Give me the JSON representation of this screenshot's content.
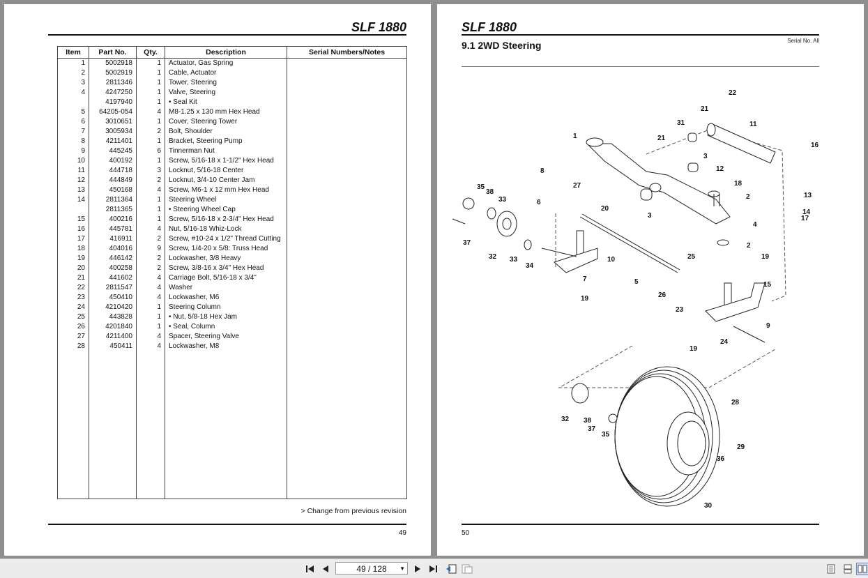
{
  "left_page": {
    "model": "SLF 1880",
    "columns": [
      "Item",
      "Part No.",
      "Qty.",
      "Description",
      "Serial Numbers/Notes"
    ],
    "rows": [
      {
        "item": "1",
        "part": "5002918",
        "qty": "1",
        "desc": "Actuator, Gas Spring",
        "notes": ""
      },
      {
        "item": "2",
        "part": "5002919",
        "qty": "1",
        "desc": "Cable, Actuator",
        "notes": ""
      },
      {
        "item": "3",
        "part": "2811346",
        "qty": "1",
        "desc": "Tower, Steering",
        "notes": ""
      },
      {
        "item": "4",
        "part": "4247250",
        "qty": "1",
        "desc": "Valve, Steering",
        "notes": ""
      },
      {
        "item": "",
        "part": "4197940",
        "qty": "1",
        "desc": "•   Seal Kit",
        "notes": ""
      },
      {
        "item": "5",
        "part": "64205-054",
        "qty": "4",
        "desc": "M8-1.25 x 130 mm Hex Head",
        "notes": ""
      },
      {
        "item": "6",
        "part": "3010651",
        "qty": "1",
        "desc": "Cover, Steering Tower",
        "notes": ""
      },
      {
        "item": "7",
        "part": "3005934",
        "qty": "2",
        "desc": "Bolt, Shoulder",
        "notes": ""
      },
      {
        "item": "8",
        "part": "4211401",
        "qty": "1",
        "desc": "Bracket, Steering Pump",
        "notes": ""
      },
      {
        "item": "9",
        "part": "445245",
        "qty": "6",
        "desc": "Tinnerman Nut",
        "notes": ""
      },
      {
        "item": "10",
        "part": "400192",
        "qty": "1",
        "desc": "Screw, 5/16-18 x 1-1/2\" Hex Head",
        "notes": ""
      },
      {
        "item": "11",
        "part": "444718",
        "qty": "3",
        "desc": "Locknut, 5/16-18 Center",
        "notes": ""
      },
      {
        "item": "12",
        "part": "444849",
        "qty": "2",
        "desc": "Locknut, 3/4-10 Center Jam",
        "notes": ""
      },
      {
        "item": "13",
        "part": "450168",
        "qty": "4",
        "desc": "Screw, M6-1 x 12 mm Hex Head",
        "notes": ""
      },
      {
        "item": "14",
        "part": "2811364",
        "qty": "1",
        "desc": "Steering Wheel",
        "notes": ""
      },
      {
        "item": "",
        "part": "2811365",
        "qty": "1",
        "desc": "•   Steering Wheel Cap",
        "notes": ""
      },
      {
        "item": "15",
        "part": "400216",
        "qty": "1",
        "desc": "Screw, 5/16-18 x 2-3/4\" Hex Head",
        "notes": ""
      },
      {
        "item": "16",
        "part": "445781",
        "qty": "4",
        "desc": "Nut, 5/16-18 Whiz-Lock",
        "notes": ""
      },
      {
        "item": "17",
        "part": "416911",
        "qty": "2",
        "desc": "Screw, #10-24 x 1/2\" Thread Cutting",
        "notes": ""
      },
      {
        "item": "18",
        "part": "404016",
        "qty": "9",
        "desc": "Screw, 1/4-20 x 5/8: Truss Head",
        "notes": ""
      },
      {
        "item": "19",
        "part": "446142",
        "qty": "2",
        "desc": "Lockwasher, 3/8 Heavy",
        "notes": ""
      },
      {
        "item": "20",
        "part": "400258",
        "qty": "2",
        "desc": "Screw, 3/8-16 x 3/4\" Hex Head",
        "notes": ""
      },
      {
        "item": "21",
        "part": "441602",
        "qty": "4",
        "desc": "Carriage Bolt, 5/16-18 x 3/4\"",
        "notes": ""
      },
      {
        "item": "22",
        "part": "2811547",
        "qty": "4",
        "desc": "Washer",
        "notes": ""
      },
      {
        "item": "23",
        "part": "450410",
        "qty": "4",
        "desc": "Lockwasher, M6",
        "notes": ""
      },
      {
        "item": "24",
        "part": "4210420",
        "qty": "1",
        "desc": "Steering Column",
        "notes": ""
      },
      {
        "item": "25",
        "part": "443828",
        "qty": "1",
        "desc": "•   Nut, 5/8-18 Hex Jam",
        "notes": ""
      },
      {
        "item": "26",
        "part": "4201840",
        "qty": "1",
        "desc": "•   Seal, Column",
        "notes": ""
      },
      {
        "item": "27",
        "part": "4211400",
        "qty": "4",
        "desc": "Spacer, Steering Valve",
        "notes": ""
      },
      {
        "item": "28",
        "part": "450411",
        "qty": "4",
        "desc": "Lockwasher, M8",
        "notes": ""
      }
    ],
    "footer_note": "> Change from previous revision",
    "page_number": "49"
  },
  "right_page": {
    "model": "SLF 1880",
    "section_title": "9.1 2WD Steering",
    "serial_note": "Serial No. All",
    "page_number": "50",
    "callouts": [
      "1",
      "2",
      "2",
      "3",
      "3",
      "4",
      "5",
      "6",
      "7",
      "8",
      "9",
      "10",
      "11",
      "12",
      "13",
      "14",
      "15",
      "16",
      "17",
      "18",
      "19",
      "19",
      "19",
      "20",
      "21",
      "21",
      "22",
      "23",
      "24",
      "25",
      "26",
      "27",
      "28",
      "29",
      "30",
      "31",
      "32",
      "32",
      "33",
      "33",
      "34",
      "35",
      "35",
      "36",
      "37",
      "37",
      "38",
      "38"
    ]
  },
  "toolbar": {
    "page_indicator": "49 / 128",
    "first_icon": "first-page-icon",
    "prev_icon": "prev-page-icon",
    "next_icon": "next-page-icon",
    "last_icon": "last-page-icon"
  }
}
